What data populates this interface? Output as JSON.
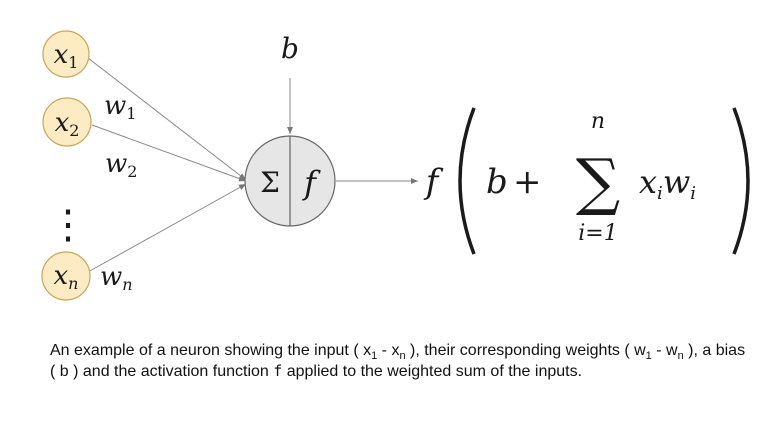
{
  "diagram": {
    "inputs": [
      {
        "base": "x",
        "sub": "1"
      },
      {
        "base": "x",
        "sub": "2"
      },
      {
        "base": "x",
        "sub": "n"
      }
    ],
    "ellipsis": "⋮",
    "weights": [
      {
        "base": "w",
        "sub": "1"
      },
      {
        "base": "w",
        "sub": "2"
      },
      {
        "base": "w",
        "sub": "n"
      }
    ],
    "bias": "b",
    "neuron": {
      "sum_symbol": "Σ",
      "activation": "f"
    },
    "formula": {
      "f": "f",
      "b": "b",
      "plus": "+",
      "sigma": "∑",
      "upper": "n",
      "lower": "i=1",
      "term_x": "x",
      "term_x_sub": "i",
      "term_w": "w",
      "term_w_sub": "i"
    },
    "colors": {
      "input_fill": "#fdebc4",
      "input_stroke": "#c9a659",
      "neuron_fill": "#e6e6e6",
      "neuron_stroke": "#666666",
      "line": "#888888"
    }
  },
  "caption": {
    "p1": "An example of a neuron showing the input ( x",
    "s1": "1",
    "p2": " - x",
    "s2": "n",
    "p3": " ), their corresponding weights ( w",
    "s3": "1",
    "p4": " - w",
    "s4": "n",
    "p5": " ), a bias ( b ) and the activation function ",
    "code": "f",
    "p6": " applied to the weighted sum of the inputs."
  }
}
